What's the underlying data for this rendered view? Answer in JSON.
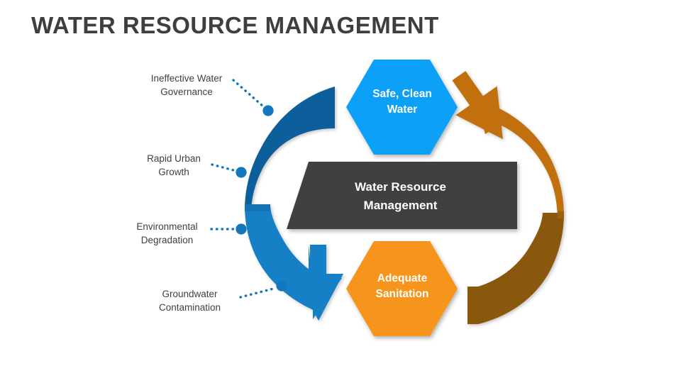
{
  "slide": {
    "title": "WATER RESOURCE MANAGEMENT",
    "background_color": "#ffffff"
  },
  "center_node": {
    "label": "Water Resource\nManagement",
    "shape": "inverted-trapezoid",
    "fill_color": "#404040",
    "text_color": "#ffffff"
  },
  "outcome_nodes": [
    {
      "id": "safe-clean-water",
      "label": "Safe, Clean\nWater",
      "shape": "hexagon",
      "fill_color": "#11a0f7",
      "text_color": "#ffffff",
      "position": "top"
    },
    {
      "id": "adequate-sanitation",
      "label": "Adequate\nSanitation",
      "shape": "hexagon",
      "fill_color": "#f7941d",
      "text_color": "#ffffff",
      "position": "bottom"
    }
  ],
  "issues": [
    {
      "id": "ineffective-water-governance",
      "label": "Ineffective Water\nGovernance",
      "dot_color": "#1277bc"
    },
    {
      "id": "rapid-urban-growth",
      "label": "Rapid Urban\nGrowth",
      "dot_color": "#1277bc"
    },
    {
      "id": "environmental-degradation",
      "label": "Environmental\nDegradation",
      "dot_color": "#1277bc"
    },
    {
      "id": "groundwater-contamination",
      "label": "Groundwater\nContamination",
      "dot_color": "#1277bc"
    }
  ],
  "arrows": [
    {
      "id": "blue-cycle-arrow",
      "direction": "clockwise-left-descending",
      "color_top": "#0f5f9c",
      "color_bottom": "#1580c7"
    },
    {
      "id": "orange-cycle-arrow",
      "direction": "counterclockwise-right-ascending",
      "color_top": "#c1700a",
      "color_bottom": "#8a5911"
    }
  ],
  "colors": {
    "title_text": "#3e3e3e",
    "label_text": "#3f3f3f",
    "accent_blue": "#11a0f7",
    "accent_orange": "#f7941d",
    "dark_gray": "#404040"
  }
}
